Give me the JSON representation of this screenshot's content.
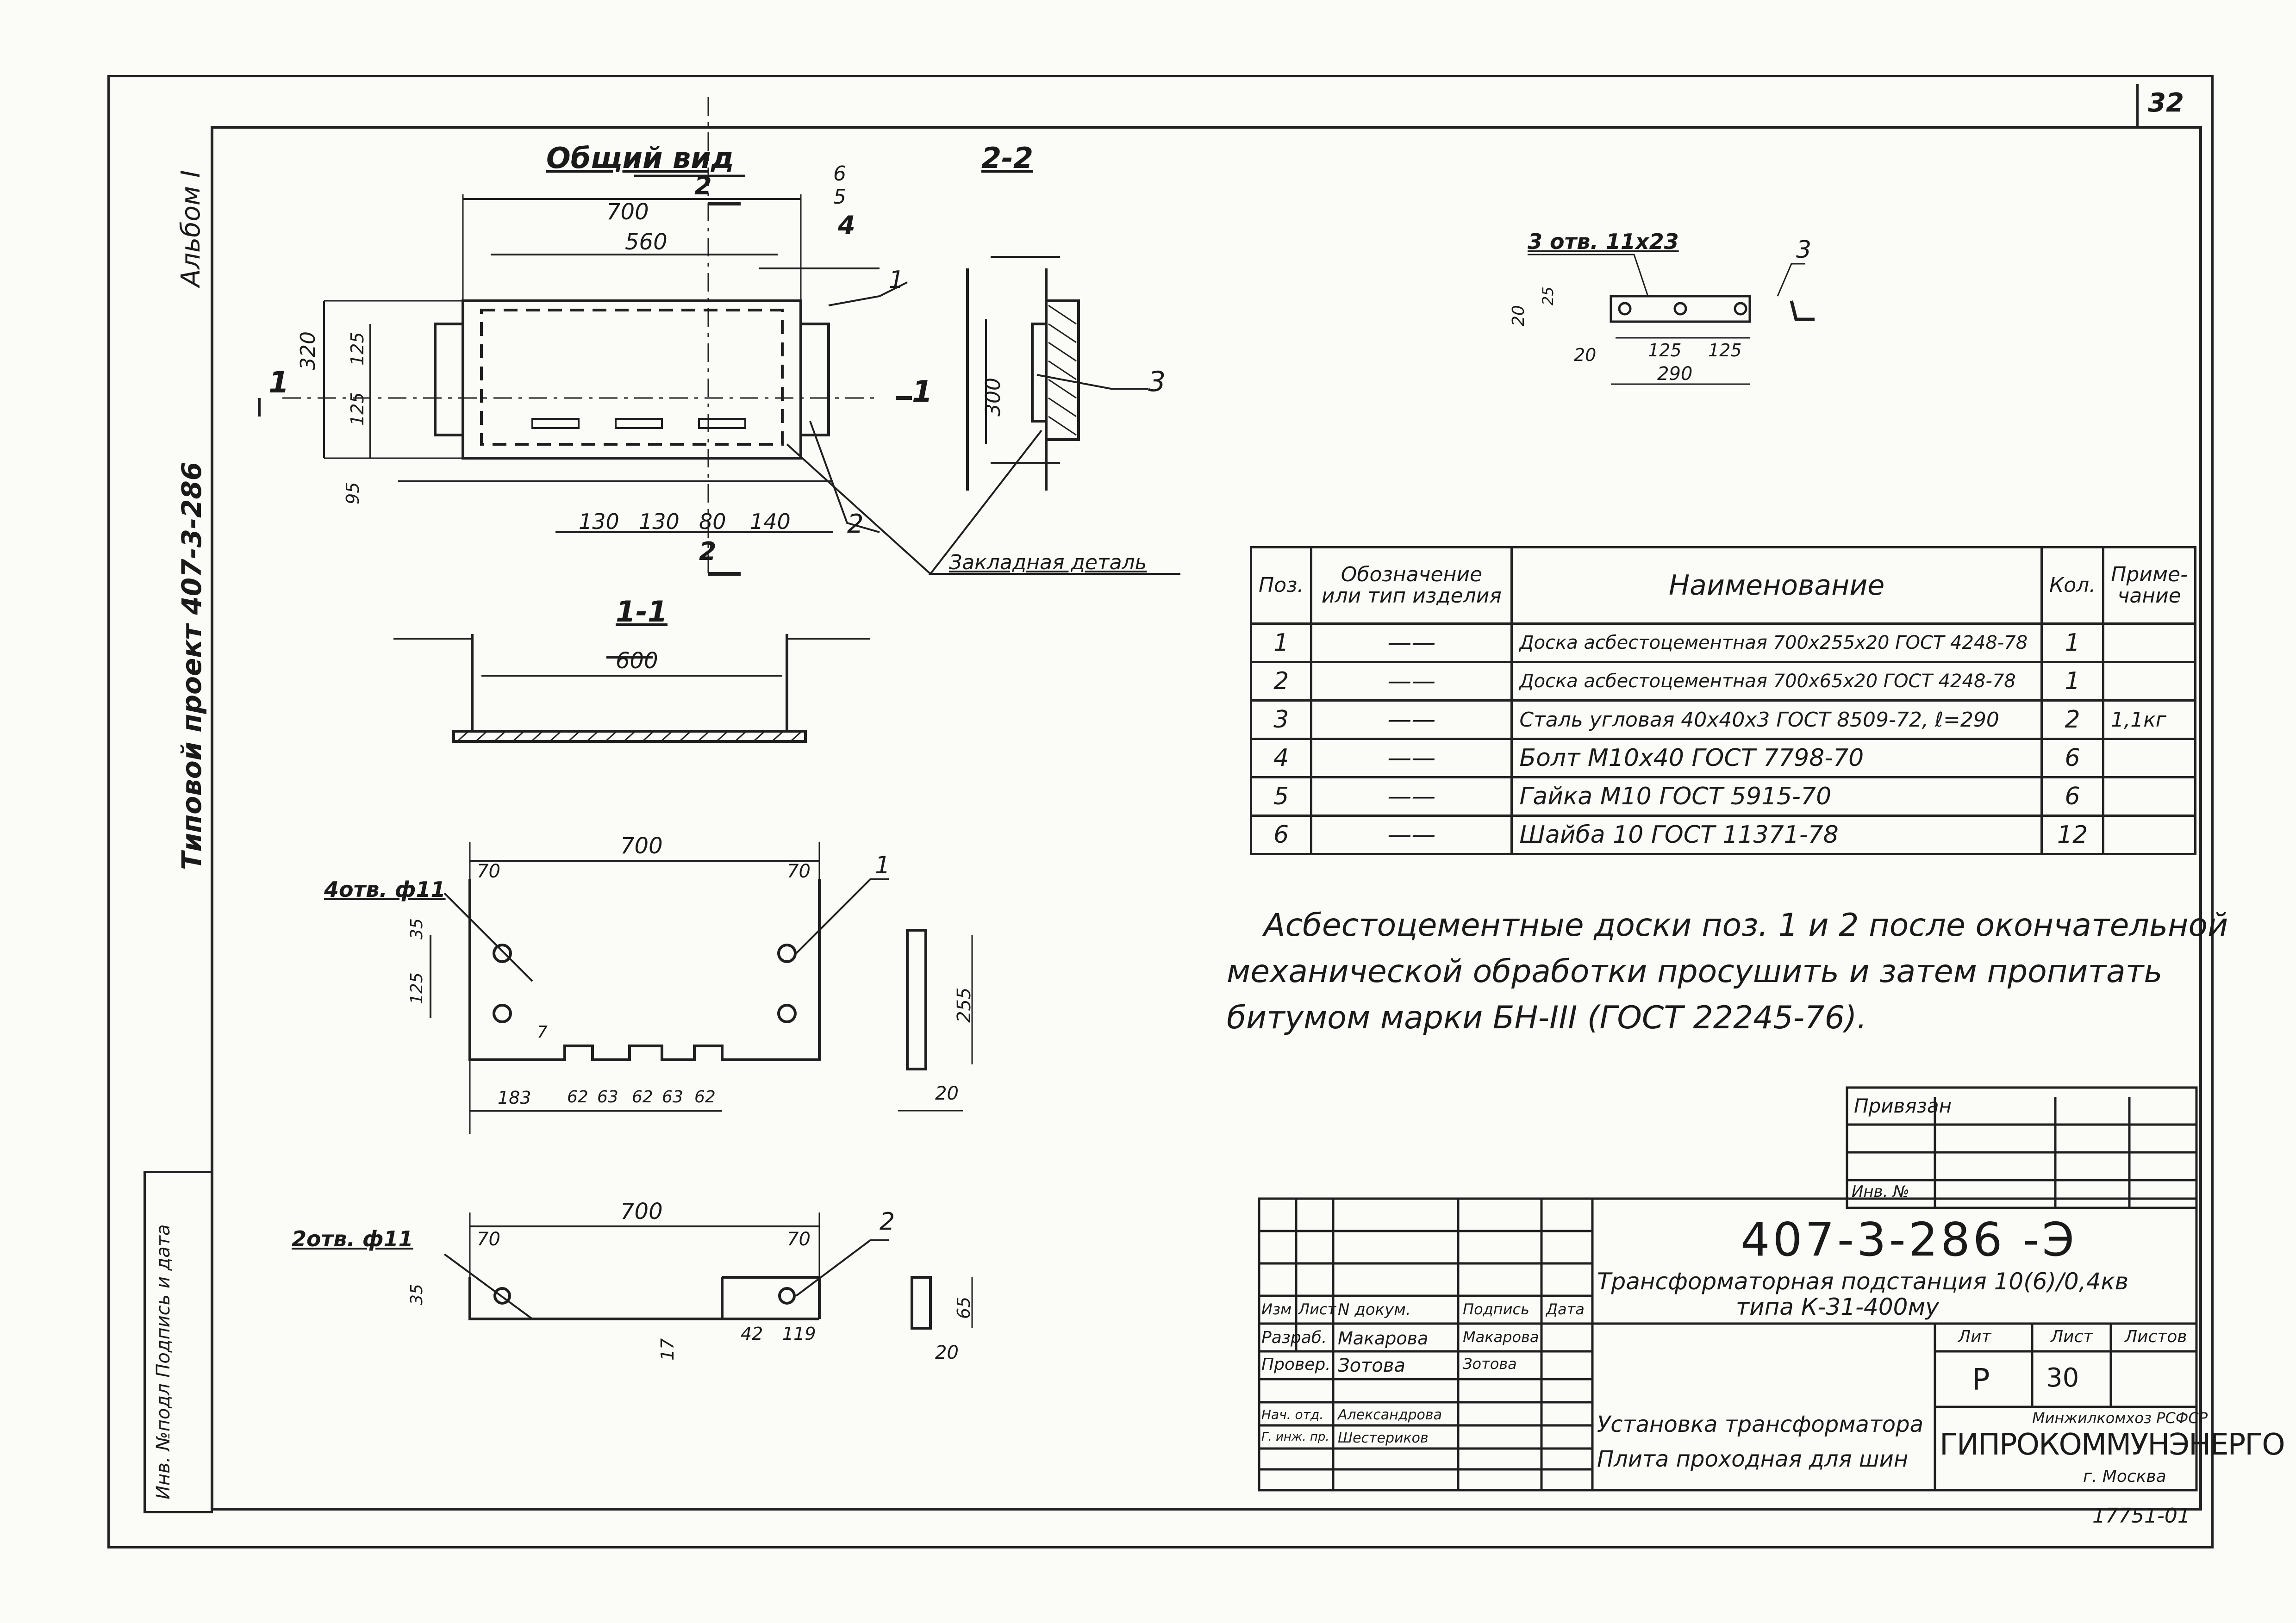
{
  "sheet": {
    "page_number": "32",
    "album_label": "Альбом I",
    "project_label": "Типовой проект 407-3-286",
    "side_stamp": "Инв. №подл  Подпись и дата",
    "archive_number": "17751-01"
  },
  "views": {
    "general_view_title": "Общий вид",
    "section_22_title": "2-2",
    "section_11_title": "1-1",
    "cut_mark_2": "2",
    "cut_mark_1": "1",
    "dim_700": "700",
    "dim_560": "560",
    "dim_320": "320",
    "dim_125a": "125",
    "dim_125b": "125",
    "dim_95": "95",
    "dim_130a": "130",
    "dim_130b": "130",
    "dim_80": "80",
    "dim_140": "140",
    "dim_300": "300",
    "dim_600": "600",
    "callout_1": "1",
    "callout_2": "2",
    "callout_3": "3",
    "callout_4": "4",
    "callout_5": "5",
    "callout_6": "6",
    "embedded_part": "Закладная деталь"
  },
  "angle_detail": {
    "holes": "3 отв. 11х23",
    "dim_20": "20",
    "dim_25": "25",
    "dim_20b": "20",
    "dim_125a": "125",
    "dim_125b": "125",
    "dim_290": "290",
    "callout": "3"
  },
  "plate1": {
    "holes": "4отв. ф11",
    "dim_700": "700",
    "dim_70a": "70",
    "dim_70b": "70",
    "dim_35": "35",
    "dim_125": "125",
    "dim_7": "7",
    "dim_183": "183",
    "dim_62a": "62",
    "dim_63a": "63",
    "dim_62b": "62",
    "dim_63b": "63",
    "dim_62c": "62",
    "dim_255": "255",
    "dim_20": "20",
    "callout": "1"
  },
  "plate2": {
    "holes": "2отв. ф11",
    "dim_700": "700",
    "dim_70a": "70",
    "dim_70b": "70",
    "dim_35": "35",
    "dim_17": "17",
    "dim_42": "42",
    "dim_119": "119",
    "dim_65": "65",
    "dim_20": "20",
    "callout": "2"
  },
  "spec_table": {
    "headers": {
      "pos": "Поз.",
      "designation": "Обозначение или тип изделия",
      "name": "Наименование",
      "qty": "Кол.",
      "note": "Приме- чание"
    },
    "rows": [
      {
        "pos": "1",
        "designation": "——",
        "name": "Доска асбестоцементная 700х255х20 ГОСТ 4248-78",
        "qty": "1",
        "note": ""
      },
      {
        "pos": "2",
        "designation": "——",
        "name": "Доска асбестоцементная 700х65х20 ГОСТ 4248-78",
        "qty": "1",
        "note": ""
      },
      {
        "pos": "3",
        "designation": "——",
        "name": "Сталь угловая 40х40х3 ГОСТ 8509-72, ℓ=290",
        "qty": "2",
        "note": "1,1кг"
      },
      {
        "pos": "4",
        "designation": "——",
        "name": "Болт М10х40 ГОСТ 7798-70",
        "qty": "6",
        "note": ""
      },
      {
        "pos": "5",
        "designation": "——",
        "name": "Гайка М10 ГОСТ 5915-70",
        "qty": "6",
        "note": ""
      },
      {
        "pos": "6",
        "designation": "——",
        "name": "Шайба 10 ГОСТ 11371-78",
        "qty": "12",
        "note": ""
      }
    ]
  },
  "notes": {
    "line1": "Асбестоцементные доски поз. 1 и 2 после окончательной",
    "line2": "механической обработки просушить и затем пропитать",
    "line3": "битумом марки БН-III (ГОСТ 22245-76)."
  },
  "binding_block": {
    "title": "Привязан",
    "inv_no": "Инв. №"
  },
  "title_block": {
    "doc_code": "407-3-286 -Э",
    "object_line1": "Трансформаторная подстанция 10(6)/0,4кв",
    "object_line2": "типа К-31-400му",
    "col_izm": "Изм",
    "col_list": "Лист",
    "col_doc": "N докум.",
    "col_sign": "Подпись",
    "col_date": "Дата",
    "role_razrab": "Разраб.",
    "name_razrab": "Макарова",
    "sign_razrab": "Макарова",
    "role_prover": "Провер.",
    "name_prover": "Зотова",
    "sign_prover": "Зотова",
    "role_nach": "Нач. отд.",
    "name_nach": "Александрова",
    "role_gip": "Г. инж. пр.",
    "name_gip": "Шестериков",
    "stage_label": "Лит",
    "sheet_label": "Лист",
    "sheets_label": "Листов",
    "stage": "Р",
    "sheet": "30",
    "sheets": "",
    "drawing_title_1": "Установка трансформатора",
    "drawing_title_2": "Плита проходная для шин",
    "ministry": "Минжилкомхоз РСФСР",
    "org": "ГИПРОКОММУНЭНЕРГО",
    "city": "г. Москва"
  }
}
